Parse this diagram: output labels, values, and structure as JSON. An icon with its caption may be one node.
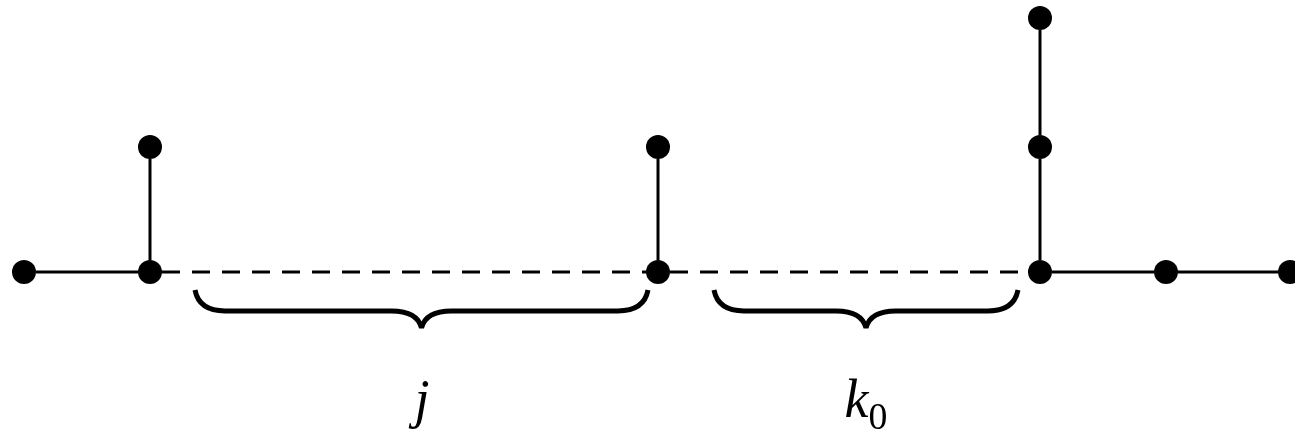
{
  "diagram": {
    "nodes": [
      {
        "text": [],
        "shape": "circle"
      },
      {
        "text": [],
        "shape": "circle"
      },
      {
        "text": [],
        "shape": "circle"
      },
      {
        "text": [],
        "shape": "circle"
      },
      {
        "text": [],
        "shape": "circle"
      },
      {
        "text": [],
        "shape": "circle"
      },
      {
        "text": [],
        "shape": "circle"
      },
      {
        "text": [],
        "shape": "circle"
      },
      {
        "text": [],
        "shape": "circle"
      },
      {
        "text": [],
        "shape": "circle"
      }
    ],
    "edges": [
      {
        "from": 0,
        "to": 2,
        "arrow": "none"
      },
      {
        "from": 1,
        "to": 2,
        "arrow": "none"
      },
      {
        "from": 2,
        "to": 4,
        "arrow": "none",
        "style": "dashed"
      },
      {
        "from": 3,
        "to": 4,
        "arrow": "none"
      },
      {
        "from": 4,
        "to": 7,
        "arrow": "none",
        "style": "dashed"
      },
      {
        "from": 5,
        "to": 6,
        "arrow": "none"
      },
      {
        "from": 6,
        "to": 7,
        "arrow": "none"
      },
      {
        "from": 7,
        "to": 8,
        "arrow": "none"
      },
      {
        "from": 8,
        "to": 9,
        "arrow": "none"
      }
    ],
    "labels": [
      "j",
      "k$_{0}$"
    ]
  }
}
